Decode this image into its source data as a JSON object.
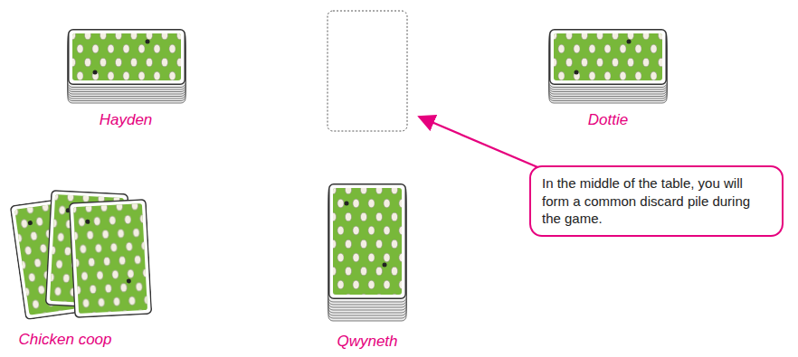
{
  "diagram": {
    "nodes": [
      {
        "text": [
          "In the middle of the table, you will form a common discard pile during the game."
        ]
      }
    ],
    "labels": [
      "Hayden",
      "Dottie",
      "Chicken coop",
      "Qwyneth"
    ]
  }
}
